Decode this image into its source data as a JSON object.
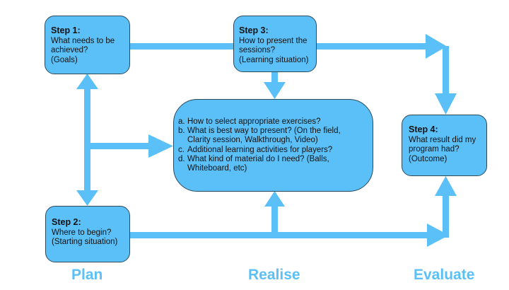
{
  "colors": {
    "box_fill": "#5bc0f8",
    "arrow": "#5bc0f8",
    "border": "#2b4a5a",
    "phase_label": "#5bc0f8"
  },
  "steps": [
    {
      "id": "step1",
      "title": "Step 1:",
      "lines": [
        "What needs to be",
        "achieved?",
        "(Goals)"
      ]
    },
    {
      "id": "step2",
      "title": "Step 2:",
      "lines": [
        "Where to begin?",
        "(Starting situation)"
      ]
    },
    {
      "id": "step3",
      "title": "Step 3:",
      "lines": [
        "How to present the",
        "sessions?",
        "(Learning situation)"
      ]
    },
    {
      "id": "step4",
      "title": "Step 4:",
      "lines": [
        "What result did my",
        "program had?",
        "(Outcome)"
      ]
    }
  ],
  "center": {
    "items": [
      {
        "marker": "a.",
        "lines": [
          "How to select appropriate exercises?"
        ]
      },
      {
        "marker": "b.",
        "lines": [
          "What is best way to present? (On the field,",
          "Clarity session, Walkthrough, Video)"
        ]
      },
      {
        "marker": "c.",
        "lines": [
          "Additional learning activities for players?"
        ]
      },
      {
        "marker": "d.",
        "lines": [
          "What kind of material do I need? (Balls,",
          "Whiteboard, etc)"
        ]
      }
    ]
  },
  "phases": [
    "Plan",
    "Realise",
    "Evaluate"
  ],
  "connections": [
    {
      "from": "step1",
      "to": "step2",
      "type": "bidirectional"
    },
    {
      "from": "step1-step2-line",
      "to": "center"
    },
    {
      "from": "step1",
      "to": "step4",
      "via": "top-line"
    },
    {
      "from": "step3",
      "to": "center"
    },
    {
      "from": "step2",
      "to": "center",
      "via": "bottom-line"
    },
    {
      "from": "step2",
      "to": "step4",
      "via": "bottom-line"
    }
  ]
}
